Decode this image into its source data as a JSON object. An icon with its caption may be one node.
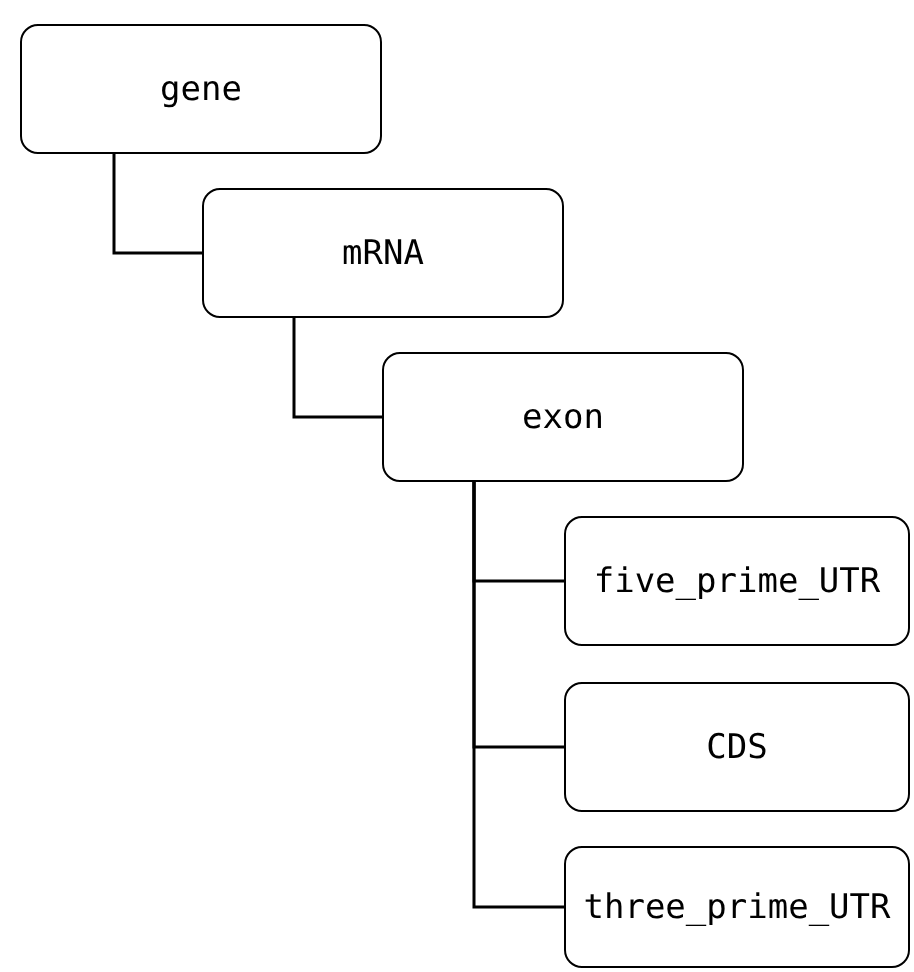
{
  "diagram": {
    "nodes": [
      {
        "text": [
          "gene"
        ]
      },
      {
        "text": [
          "mRNA"
        ]
      },
      {
        "text": [
          "exon"
        ]
      },
      {
        "text": [
          "five_prime_UTR"
        ]
      },
      {
        "text": [
          "CDS"
        ]
      },
      {
        "text": [
          "three_prime_UTR"
        ]
      }
    ],
    "edges": [
      {
        "from": 0,
        "to": 1,
        "arrow": "none"
      },
      {
        "from": 1,
        "to": 2,
        "arrow": "none"
      },
      {
        "from": 2,
        "to": 3,
        "arrow": "none"
      },
      {
        "from": 2,
        "to": 4,
        "arrow": "none"
      },
      {
        "from": 2,
        "to": 5,
        "arrow": "none"
      }
    ]
  }
}
